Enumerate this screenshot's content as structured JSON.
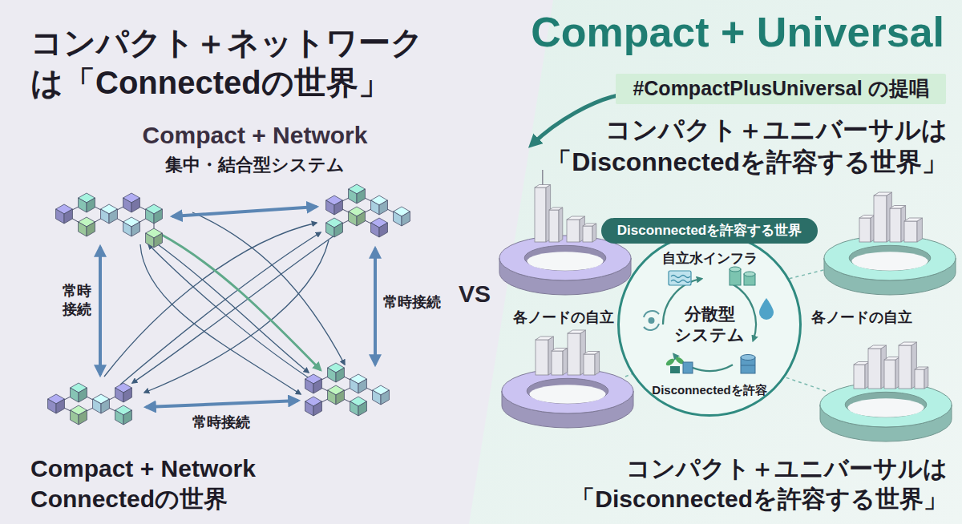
{
  "diagram": {
    "nodes": [
      {
        "text": [
          "#CompactPlusUniversal の提唱"
        ]
      },
      {
        "text": [
          "自立水インフラ",
          "分散型 システム",
          "Disconnectedを許容"
        ]
      },
      {
        "text": [
          "Disconnectedを許容する世界"
        ],
        "in": 1
      }
    ],
    "labels": [
      "コンパクト＋ネットワーク は「Connectedの世界」",
      "Compact + Universal",
      "コンパクト＋ユニバーサルは 「Disconnectedを許容する世界」",
      "Compact + Network",
      "集中・結合型システム",
      "常時 接続",
      "常時接続",
      "VS",
      "各ノードの自立",
      "各ノードの自立",
      "常時接続",
      "Compact + Network Connectedの世界",
      "コンパクト＋ユニバーサルは 「Disconnectedを許容する世界」"
    ]
  }
}
